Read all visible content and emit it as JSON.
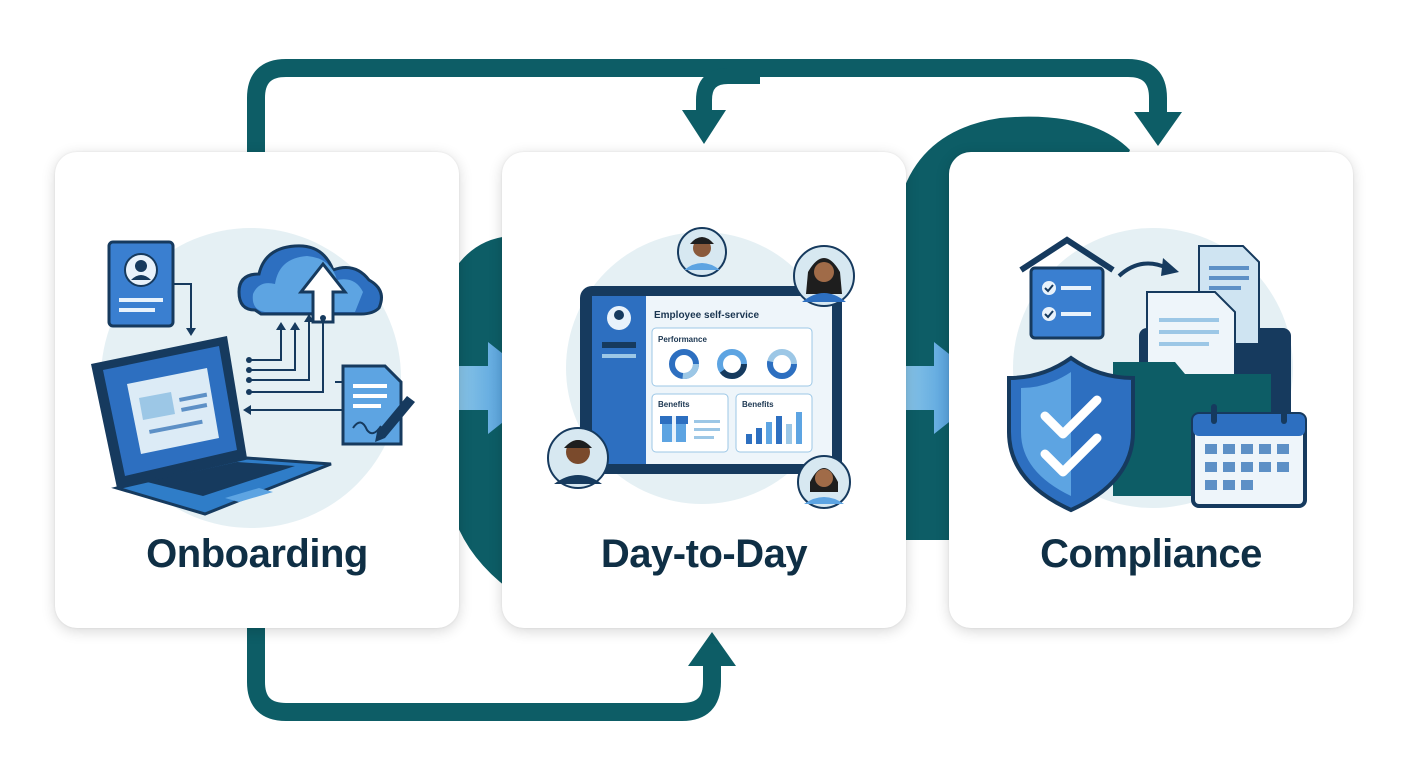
{
  "stages": [
    {
      "label": "Onboarding",
      "icon": "laptop-cloud-documents"
    },
    {
      "label": "Day-to-Day",
      "icon": "tablet-self-service-people"
    },
    {
      "label": "Compliance",
      "icon": "shield-folder-calendar"
    }
  ],
  "tablet": {
    "title": "Employee self-service",
    "performance_label": "Performance",
    "benefits_label_1": "Benefits",
    "benefits_label_2": "Benefits"
  },
  "colors": {
    "loop": "#0d5d66",
    "arrow_light": "#9fd6ea",
    "arrow_dark": "#2f86d6",
    "text": "#0f2f45",
    "icon_blue": "#2d6fc0",
    "icon_navy": "#163a5e",
    "circle_bg": "#e5f0f4"
  }
}
